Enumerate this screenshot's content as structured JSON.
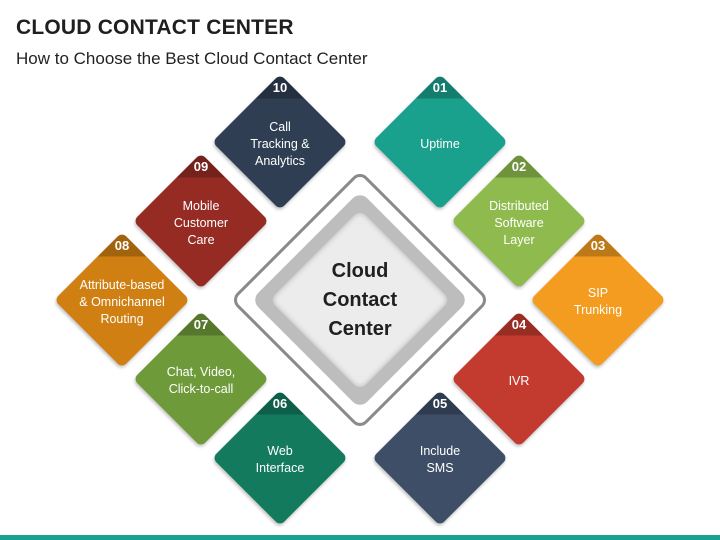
{
  "header": {
    "title": "CLOUD CONTACT CENTER",
    "subtitle": "How to Choose the Best Cloud Contact Center"
  },
  "center": {
    "label": "Cloud\nContact\nCenter"
  },
  "items": [
    {
      "number": "01",
      "label": "Uptime",
      "color": "#1aa18e"
    },
    {
      "number": "02",
      "label": "Distributed\nSoftware\nLayer",
      "color": "#8fbb4e"
    },
    {
      "number": "03",
      "label": "SIP\nTrunking",
      "color": "#f39c1f"
    },
    {
      "number": "04",
      "label": "IVR",
      "color": "#c33a2f"
    },
    {
      "number": "05",
      "label": "Include\nSMS",
      "color": "#3d4e66"
    },
    {
      "number": "06",
      "label": "Web\nInterface",
      "color": "#137a5e"
    },
    {
      "number": "07",
      "label": "Chat, Video,\nClick-to-call",
      "color": "#6f9a3a"
    },
    {
      "number": "08",
      "label": "Attribute-based\n& Omnichannel\nRouting",
      "color": "#d07f12"
    },
    {
      "number": "09",
      "label": "Mobile\nCustomer\nCare",
      "color": "#962b24"
    },
    {
      "number": "10",
      "label": "Call\nTracking &\nAnalytics",
      "color": "#2f3e52"
    }
  ]
}
